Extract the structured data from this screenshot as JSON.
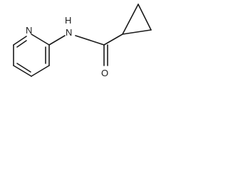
{
  "structure": {
    "atoms": {
      "ring_nitrogen": "N",
      "amide_nh": "H",
      "amide_n": "N",
      "carbonyl_oxygen": "O"
    }
  }
}
